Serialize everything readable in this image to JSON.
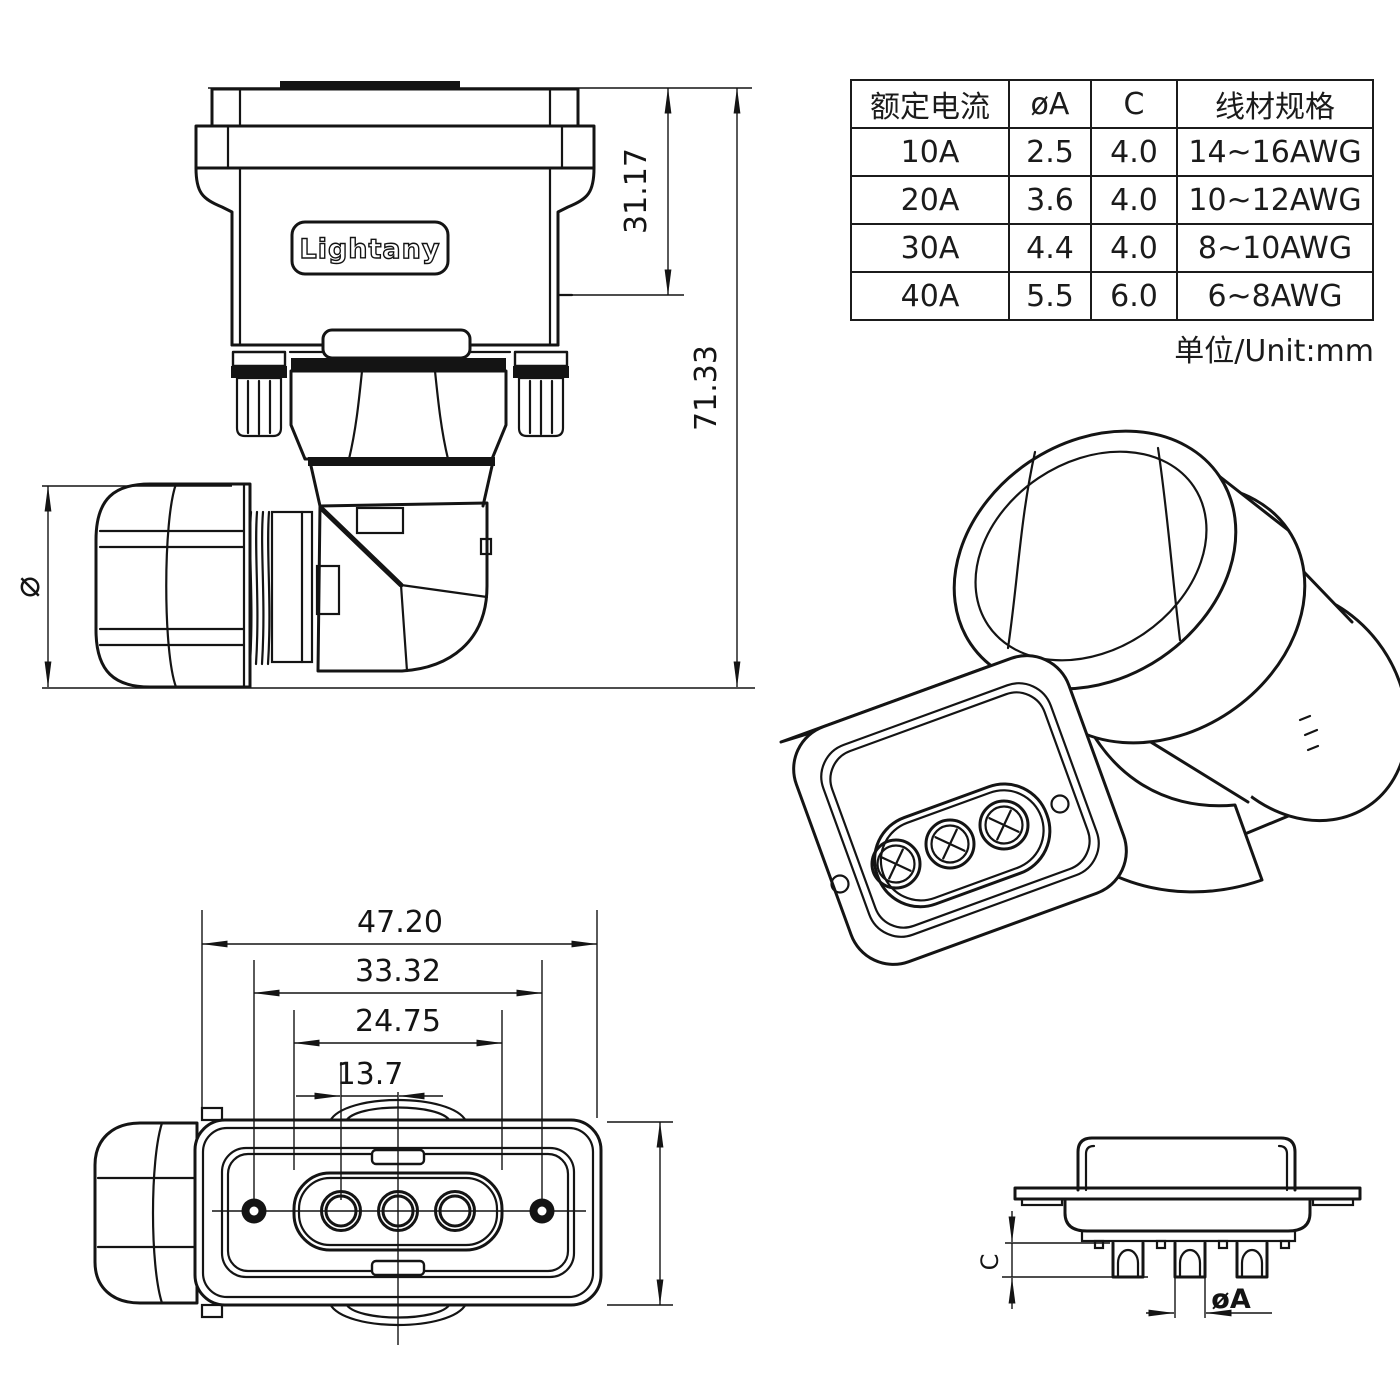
{
  "brand": "Lightany",
  "table": {
    "headers": [
      "额定电流",
      "øA",
      "C",
      "线材规格"
    ],
    "rows": [
      [
        "10A",
        "2.5",
        "4.0",
        "14~16AWG"
      ],
      [
        "20A",
        "3.6",
        "4.0",
        "10~12AWG"
      ],
      [
        "30A",
        "4.4",
        "4.0",
        "8~10AWG"
      ],
      [
        "40A",
        "5.5",
        "6.0",
        "6~8AWG"
      ]
    ],
    "unit_note": "单位/Unit:mm"
  },
  "dimensions": {
    "rear_view": {
      "shell_height": "31.17",
      "total_height": "71.33",
      "gland_diameter_symbol": "⌀"
    },
    "face_view": {
      "overall_width": "47.20",
      "mount_hole_spacing": "33.32",
      "insert_width": "24.75",
      "contact_pitch": "13.7"
    },
    "profile_view": {
      "solder_cup_depth_label": "C",
      "pin_diameter_label": "øA"
    }
  }
}
